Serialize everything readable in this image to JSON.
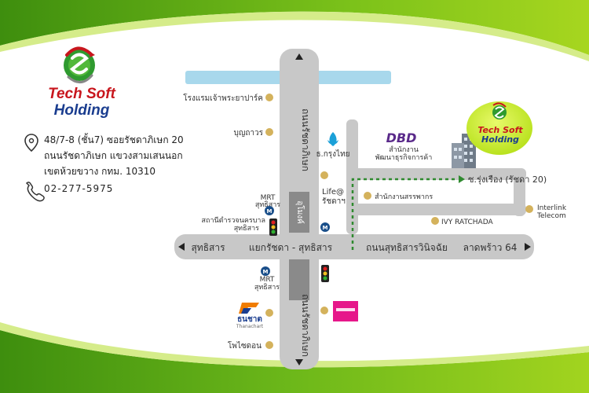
{
  "company": {
    "name_line1": "Tech Soft",
    "name_line2": "Holding",
    "address_lines": [
      "48/7-8 (ชั้น7) ซอยรัชดาภิเษก 20",
      "ถนนรัชดาภิเษก แขวงสามเสนนอก",
      "เขตห้วยขวาง กทม. 10310"
    ],
    "phone": "02-277-5975",
    "icons": [
      "location-pin-icon",
      "phone-icon"
    ]
  },
  "map": {
    "roads": {
      "ratchada_north": "ถนนรัชดาภิเษก",
      "ratchada_south": "ถนนรัชดาภิเษก",
      "sutthisan_west": "สุทธิสาร",
      "intersection": "แยกรัชดา - สุทธิสาร",
      "sutthisan_east": "ถนนสุทธิสารวินิจฉัย",
      "lat_phrao": "ลาดพร้าว 64",
      "tunnel": "อุโมงค์",
      "soi_rungrueang": "ซ.รุ่งเรือง (รัชดา 20)"
    },
    "landmarks": {
      "chaophraya_park": "โรงแรมเจ้าพระยาปาร์ค",
      "boonthavorn": "บุญถาวร",
      "mrt_north": [
        "MRT",
        "สุทธิสาร"
      ],
      "police": [
        "สถานีตำรวจนครบาล",
        "สุทธิสาร"
      ],
      "mrt_south": [
        "MRT",
        "สุทธิสาร"
      ],
      "thanachart_name": "ธนชาต",
      "thanachart_sub": "Thanachart",
      "powerbuy": "โพไซดอน",
      "ktb": "ธ.กรุงไทย",
      "lifeat": [
        "Life@",
        "รัชดาฯ"
      ],
      "dbd_logo": "DBD",
      "dbd": [
        "สำนักงาน",
        "พัฒนาธุรกิจการค้า"
      ],
      "revenue": "สำนักงานสรรพากร",
      "ivy": "IVY RATCHADA",
      "interlink": [
        "Interlink",
        "Telecom"
      ],
      "mrt_marker": "M",
      "office_bubble": [
        "Tech Soft",
        "Holding"
      ]
    }
  },
  "colors": {
    "green_dark": "#4a9a10",
    "green_light": "#9fd21e",
    "road": "#c8c8c8",
    "water": "#a8d8ec",
    "route": "#2f8a2f",
    "brand_red": "#c8161d",
    "brand_blue": "#1a3d8f",
    "ktb_blue": "#1ba0d8",
    "dbd_purple": "#5a2a8a",
    "landmark_dot": "#d4b25c",
    "pink": "#e6178a"
  }
}
